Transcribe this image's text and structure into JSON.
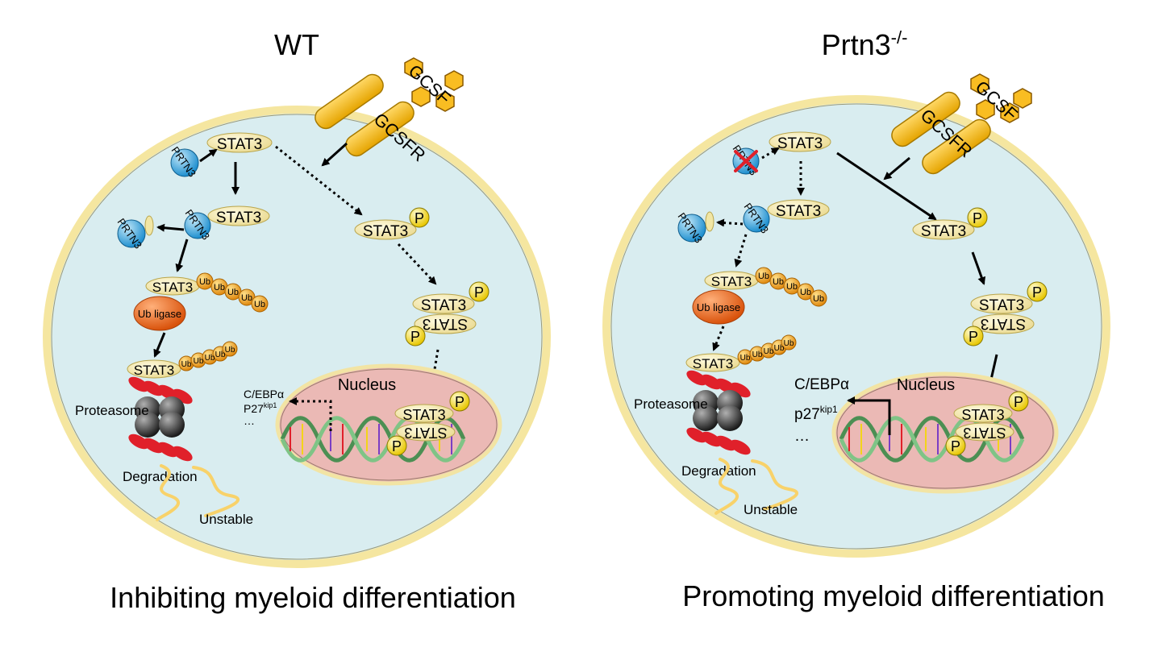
{
  "panels": [
    {
      "title": "WT",
      "title_superscript": "",
      "caption": "Inhibiting myeloid differentiation",
      "ligand_label": "GCSF",
      "receptor_label": "GCSFR",
      "stat3_label": "STAT3",
      "prtn3_label": "PRTN3",
      "ub_label": "Ub",
      "ub_ligase_label": "Ub ligase",
      "phospho_label": "P",
      "nucleus_label": "Nucleus",
      "proteasome_label": "Proteasome",
      "degradation_label": "Degradation",
      "unstable_label": "Unstable",
      "target_gene_1": "C/EBPα",
      "target_gene_2_base": "P27",
      "target_gene_2_sup": "kip1",
      "target_more": "…",
      "prtn3_knocked_out": false
    },
    {
      "title": "Prtn3",
      "title_superscript": "-/-",
      "caption": "Promoting myeloid differentiation",
      "ligand_label": "GCSF",
      "receptor_label": "GCSFR",
      "stat3_label": "STAT3",
      "prtn3_label": "PRTN3",
      "ub_label": "Ub",
      "ub_ligase_label": "Ub ligase",
      "phospho_label": "P",
      "nucleus_label": "Nucleus",
      "proteasome_label": "Proteasome",
      "degradation_label": "Degradation",
      "unstable_label": "Unstable",
      "target_gene_1": "C/EBPα",
      "target_gene_2_base": "p27",
      "target_gene_2_sup": "kip1",
      "target_more": "…",
      "prtn3_knocked_out": true
    }
  ],
  "colors": {
    "cell_fill": "#d9edf0",
    "cell_border": "#f5e6a0",
    "nucleus_fill": "#ebb9b5",
    "nucleus_border": "#f2e4a4",
    "stat3_fill": "#f1e6a5",
    "phospho_fill": "#f7e21b",
    "ub_fill": "#f0a52a",
    "prtn3_fill": "#3aa7dc",
    "ub_ligase_fill": "#ec6a1d",
    "receptor_fill": "#f9bd22",
    "proteasome_red": "#e0202a",
    "proteasome_black": "#3a3a3a",
    "dna_green": "#6ab36e",
    "degradation_yellow": "#f8d26a"
  }
}
